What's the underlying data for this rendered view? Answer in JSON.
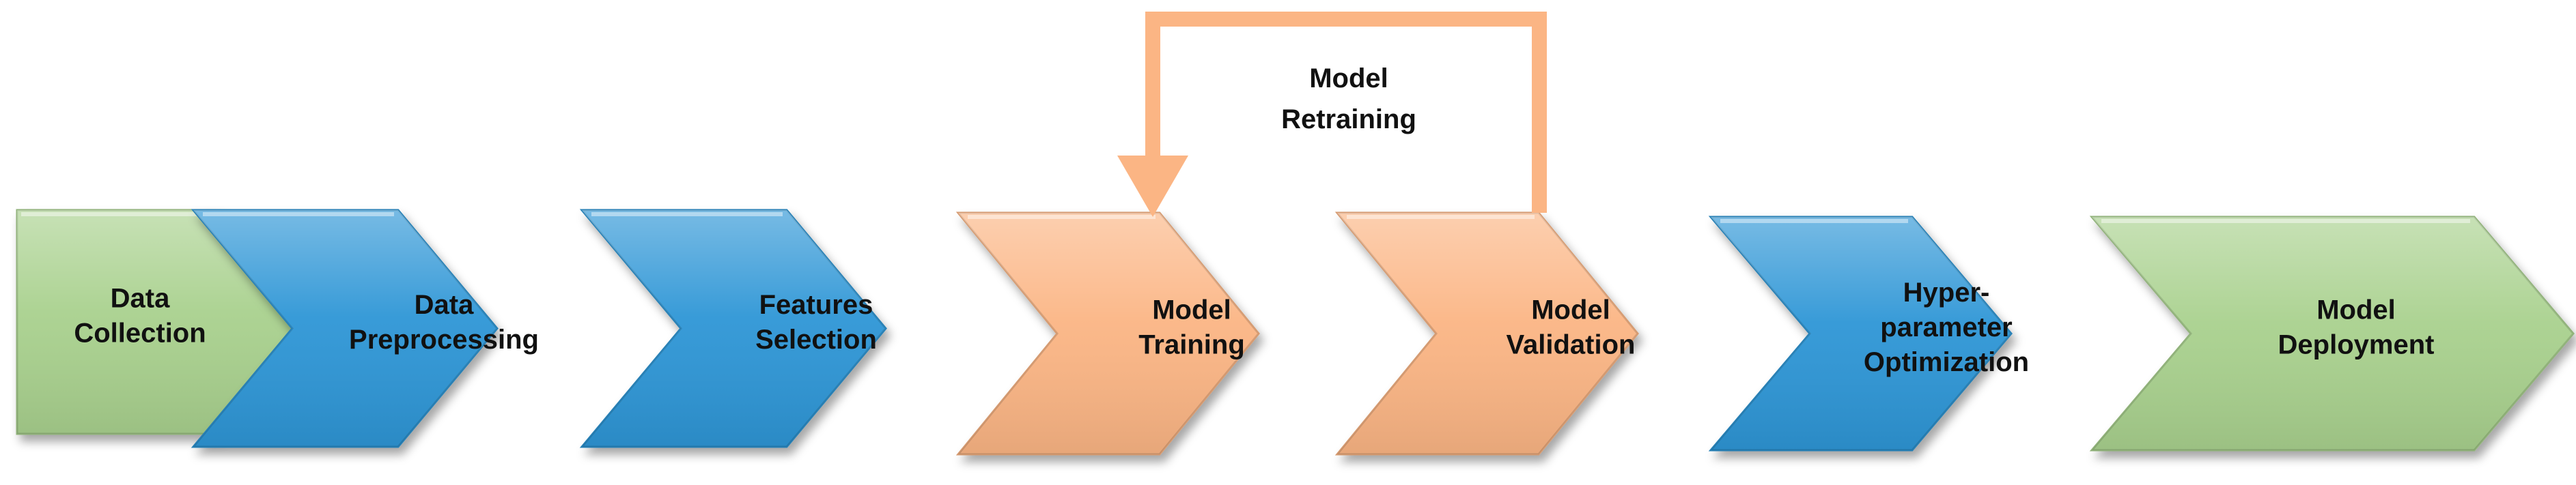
{
  "loop": {
    "label_lines": [
      "Model",
      "Retraining"
    ],
    "color": "#FBB584"
  },
  "stages": [
    {
      "id": "data-collection",
      "lines": [
        "Data",
        "Collection"
      ],
      "color": "#A9D18E"
    },
    {
      "id": "data-preprocessing",
      "lines": [
        "Data",
        "Preprocessing"
      ],
      "color": "#2E96D6"
    },
    {
      "id": "features-selection",
      "lines": [
        "Features",
        "Selection"
      ],
      "color": "#2E96D6"
    },
    {
      "id": "model-training",
      "lines": [
        "Model",
        "Training"
      ],
      "color": "#FBB584"
    },
    {
      "id": "model-validation",
      "lines": [
        "Model",
        "Validation"
      ],
      "color": "#FBB584"
    },
    {
      "id": "hyperparameter-optimization",
      "lines": [
        "Hyper-",
        "parameter",
        "Optimization"
      ],
      "color": "#2E96D6"
    },
    {
      "id": "model-deployment",
      "lines": [
        "Model",
        "Deployment"
      ],
      "color": "#A9D18E"
    }
  ]
}
